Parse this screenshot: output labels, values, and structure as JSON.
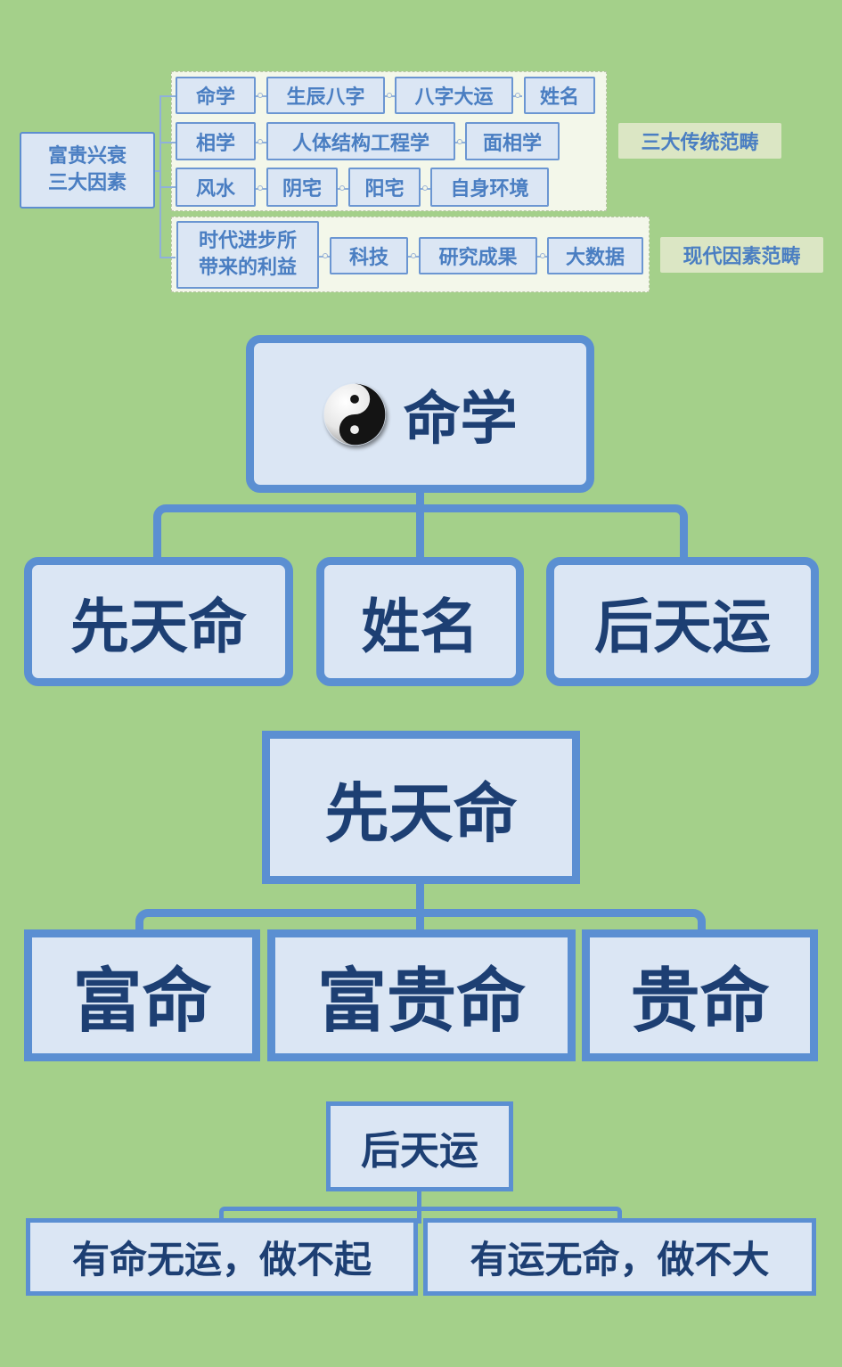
{
  "mindmap": {
    "root": [
      "富贵兴衰",
      "三大因素"
    ],
    "traditional": {
      "rows": [
        {
          "label": "命学",
          "items": [
            "生辰八字",
            "八字大运",
            "姓名"
          ]
        },
        {
          "label": "相学",
          "items": [
            "人体结构工程学",
            "面相学"
          ]
        },
        {
          "label": "风水",
          "items": [
            "阴宅",
            "阳宅",
            "自身环境"
          ]
        }
      ],
      "tag": "三大传统范畴"
    },
    "modern": {
      "label": [
        "时代进步所",
        "带来的利益"
      ],
      "items": [
        "科技",
        "研究成果",
        "大数据"
      ],
      "tag": "现代因素范畴"
    }
  },
  "tree1": {
    "root": "命学",
    "icon": "yin-yang-icon",
    "children": [
      "先天命",
      "姓名",
      "后天运"
    ]
  },
  "tree2": {
    "root": "先天命",
    "children": [
      "富命",
      "富贵命",
      "贵命"
    ]
  },
  "tree3": {
    "root": "后天运",
    "children": [
      "有命无运，做不起",
      "有运无命，做不大"
    ]
  },
  "colors": {
    "background": "#a4d08a",
    "box_fill": "#dbe6f4",
    "box_border": "#5b8fd2",
    "text_dark": "#1d3f73",
    "mindmap_text": "#4a7ec2",
    "tag_fill": "#dbe6c4"
  }
}
